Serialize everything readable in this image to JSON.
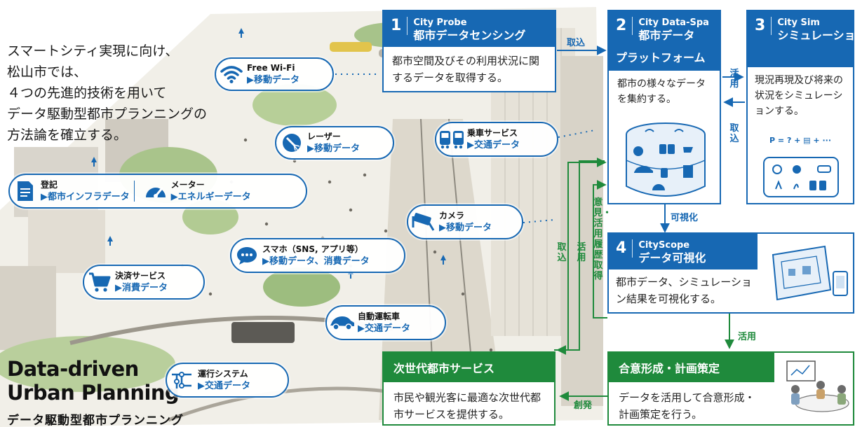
{
  "intro": [
    "スマートシティ実現に向け、",
    "松山市では、",
    "４つの先進的技術を用いて",
    "データ駆動型都市プランニングの",
    "方法論を確立する。"
  ],
  "title_en": [
    "Data-driven",
    "Urban Planning"
  ],
  "title_ja": "データ駆動型都市プランニング",
  "sources": {
    "wifi": {
      "name": "Free Wi-Fi",
      "data": "▶移動データ",
      "icon": "wifi-icon"
    },
    "laser": {
      "name": "レーザー",
      "data": "▶移動データ",
      "icon": "laser-icon"
    },
    "boarding": {
      "name": "乗車サービス",
      "data": "▶交通データ",
      "icon": "train-icon"
    },
    "registry": {
      "name": "登記",
      "data": "▶都市インフラデータ",
      "icon": "document-icon"
    },
    "meter": {
      "name": "メーター",
      "data": "▶エネルギーデータ",
      "icon": "gauge-icon"
    },
    "camera": {
      "name": "カメラ",
      "data": "▶移動データ",
      "icon": "camera-icon"
    },
    "phone": {
      "name": "スマホ（SNS, アプリ等）",
      "data": "▶移動データ、消費データ",
      "icon": "chat-icon"
    },
    "payment": {
      "name": "決済サービス",
      "data": "▶消費データ",
      "icon": "cart-icon"
    },
    "car": {
      "name": "自動運転車",
      "data": "▶交通データ",
      "icon": "car-icon"
    },
    "transit": {
      "name": "運行システム",
      "data": "▶交通データ",
      "icon": "route-icon"
    }
  },
  "boxes": {
    "probe": {
      "num": "1",
      "name": "City Probe",
      "title": "都市データセンシング",
      "body": "都市空間及びその利用状況に関するデータを取得する。"
    },
    "dataspa": {
      "num": "2",
      "name": "City Data-Spa",
      "title1": "都市データ",
      "title2": "プラットフォーム",
      "body": "都市の様々なデータを集約する。"
    },
    "sim": {
      "num": "3",
      "name": "City Sim",
      "title": "シミュレーション",
      "body": "現況再現及び将来の状況をシミュレーションする。",
      "formula": "P = ? + ▤ + ···"
    },
    "scope": {
      "num": "4",
      "name": "CityScope",
      "title": "データ可視化",
      "body": "都市データ、シミュレーション結果を可視化する。"
    },
    "service": {
      "title": "次世代都市サービス",
      "body": "市民や観光客に最適な次世代都市サービスを提供する。"
    },
    "consensus": {
      "title": "合意形成・計画策定",
      "body": "データを活用して合意形成・計画策定を行う。"
    }
  },
  "flow_labels": {
    "take_in_top": "取込",
    "use_right": "活用",
    "take_in_right": "取込",
    "visualize": "可視化",
    "take_in_left": "取込",
    "use_left": "活用",
    "opinion": "意見・活用履歴取得",
    "use_bottom": "活用",
    "create": "創発"
  },
  "colors": {
    "blue": "#1768b3",
    "green": "#1f8a3c",
    "white": "#ffffff"
  }
}
